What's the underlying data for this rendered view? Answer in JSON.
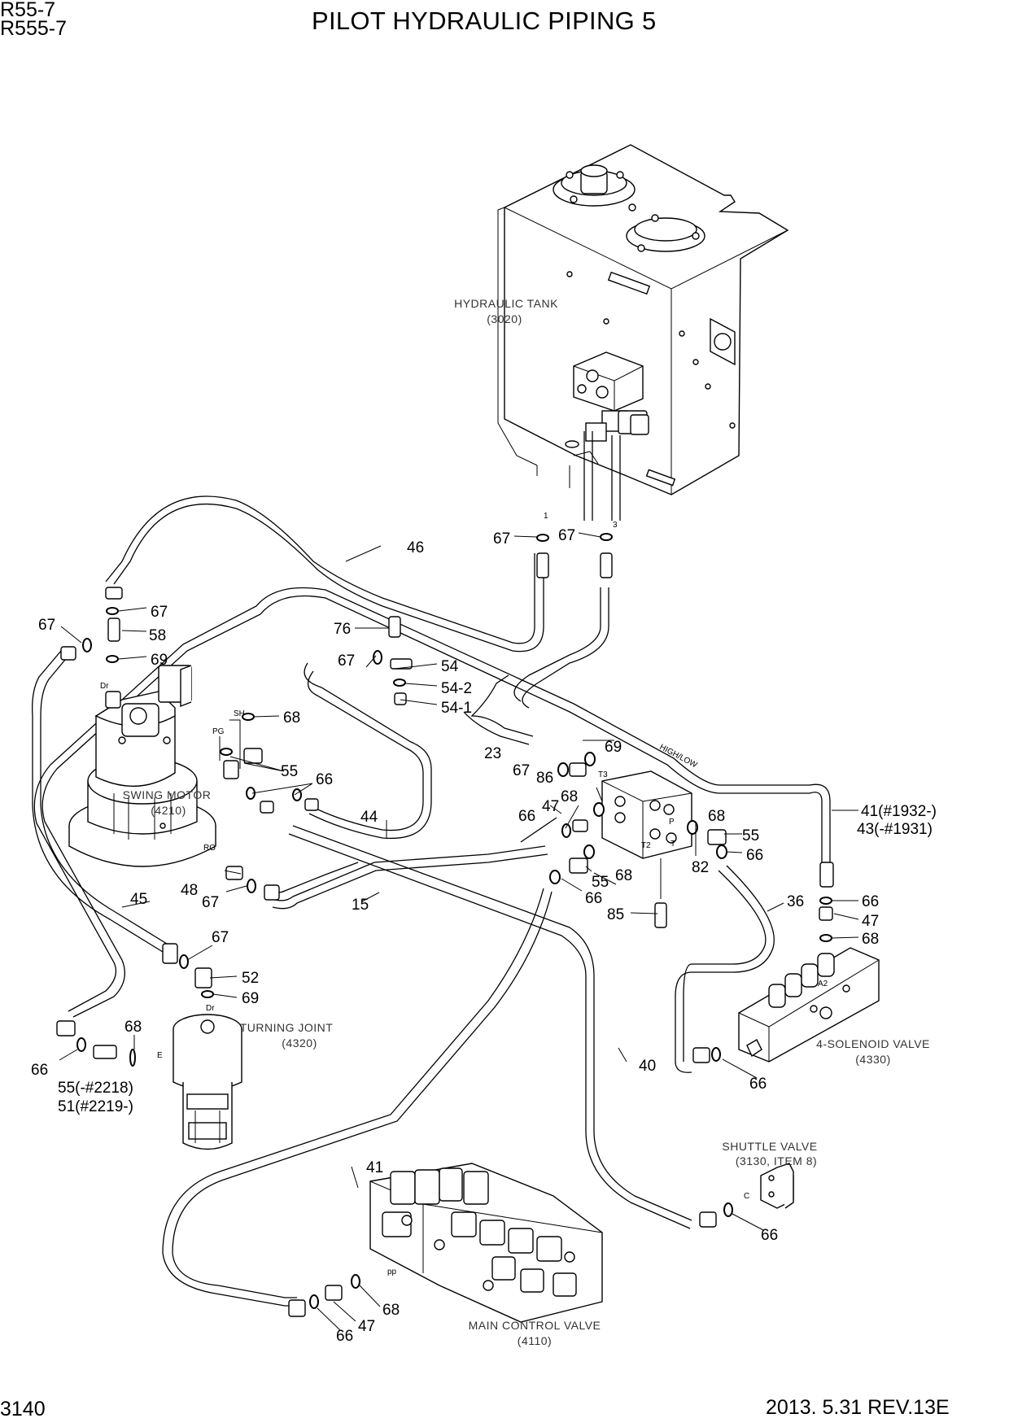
{
  "header": {
    "model_line1": "R55-7",
    "model_line2": "R555-7",
    "title": "PILOT HYDRAULIC PIPING 5"
  },
  "footer": {
    "page_number": "3140",
    "revision": "2013. 5.31  REV.13E"
  },
  "components": {
    "hydraulic_tank": {
      "name": "HYDRAULIC TANK",
      "code": "(3020)"
    },
    "swing_motor": {
      "name": "SWING MOTOR",
      "code": "(4210)"
    },
    "turning_joint": {
      "name": "TURNING JOINT",
      "code": "(4320)"
    },
    "solenoid_valve": {
      "name": "4-SOLENOID VALVE",
      "code": "(4330)"
    },
    "shuttle_valve": {
      "name": "SHUTTLE VALVE",
      "code": "(3130, ITEM 8)"
    },
    "main_control_valve": {
      "name": "MAIN CONTROL VALVE",
      "code": "(4110)"
    }
  },
  "hose_label": "HIGH/LOW",
  "port_labels": {
    "dr_motor": "Dr",
    "pg": "PG",
    "sh": "SH",
    "rg": "RG",
    "dr_joint": "Dr",
    "e": "E",
    "c": "C",
    "pp": "pp",
    "tank_1": "1",
    "tank_3": "3",
    "t3": "T3",
    "p": "P",
    "t": "T",
    "t2": "T2",
    "a2": "A2"
  },
  "callouts": {
    "c46": "46",
    "c67_tank_l": "67",
    "c67_tank_r": "67",
    "c67_ml": "67",
    "c67_mt": "67",
    "c58": "58",
    "c69_m": "69",
    "c76": "76",
    "c67_54": "67",
    "c54": "54",
    "c54_2": "54-2",
    "c54_1": "54-1",
    "c68_m": "68",
    "c55_m": "55",
    "c66_m": "66",
    "c44": "44",
    "c23": "23",
    "c67_23": "67",
    "c86": "86",
    "c69_23": "69",
    "c68_82": "68",
    "c47_82": "47",
    "c66_82": "66",
    "c68_82r": "68",
    "c55_82r": "55",
    "c66_82r": "66",
    "c82": "82",
    "c55_82b": "55",
    "c68_82b": "68",
    "c66_82b": "66",
    "c85": "85",
    "c41_43_a": "41(#1932-)",
    "c41_43_b": "43(-#1931)",
    "c66_sol": "66",
    "c47_sol": "47",
    "c68_sol": "68",
    "c36": "36",
    "c48": "48",
    "c67_48": "67",
    "c15": "15",
    "c45": "45",
    "c67_52": "67",
    "c52": "52",
    "c69_52": "69",
    "c68_tj": "68",
    "c66_tj": "66",
    "c55_51_a": "55(-#2218)",
    "c55_51_b": "51(#2219-)",
    "c40": "40",
    "c66_sol_b": "66",
    "c41": "41",
    "c66_sh": "66",
    "c68_mcv": "68",
    "c47_mcv": "47",
    "c66_mcv": "66"
  }
}
